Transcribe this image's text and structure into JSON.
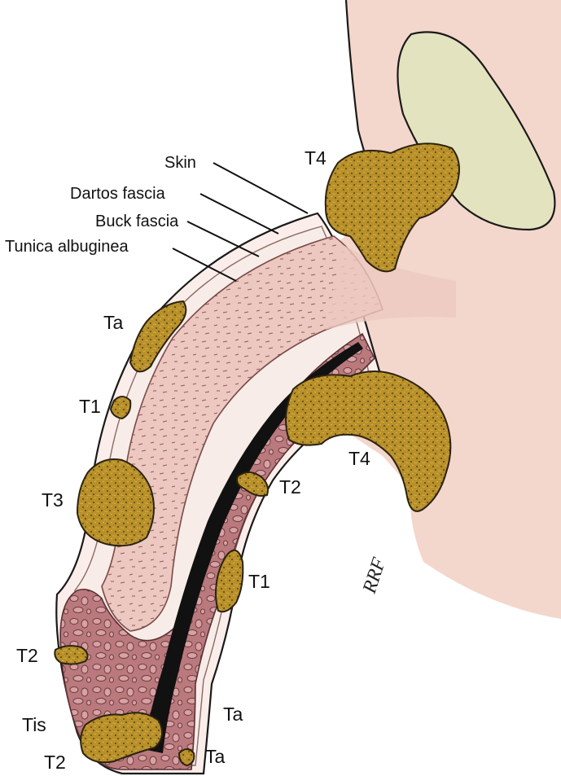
{
  "labels": {
    "skin": "Skin",
    "dartos": "Dartos fascia",
    "buck": "Buck fascia",
    "tunica": "Tunica albuginea",
    "stages": {
      "t4_top": "T4",
      "ta_upper": "Ta",
      "t1_upper": "T1",
      "t3": "T3",
      "t4_lower": "T4",
      "t2_mid": "T2",
      "t1_lower": "T1",
      "t2_glans": "T2",
      "tis": "Tis",
      "t2_tip": "T2",
      "ta_meatus": "Ta",
      "ta_tip": "Ta"
    }
  },
  "signature": "RRF",
  "colors": {
    "background_skin": "#f3d6cc",
    "pubic_bone": "#e4e3c0",
    "corpus": "#e9c2bb",
    "spongiosum": "#b9797d",
    "tumor": "#b8902a",
    "fascia": "#f7ece8"
  }
}
